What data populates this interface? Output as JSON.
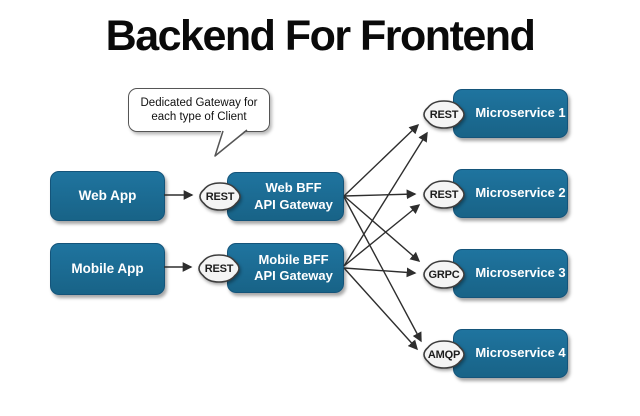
{
  "title": "Backend For Frontend",
  "callout": {
    "line1": "Dedicated Gateway for",
    "line2": "each type of Client"
  },
  "clients": [
    {
      "label": "Web App"
    },
    {
      "label": "Mobile App"
    }
  ],
  "gateways": [
    {
      "protocol": "REST",
      "line1": "Web BFF",
      "line2": "API Gateway"
    },
    {
      "protocol": "REST",
      "line1": "Mobile BFF",
      "line2": "API Gateway"
    }
  ],
  "microservices": [
    {
      "protocol": "REST",
      "label": "Microservice 1"
    },
    {
      "protocol": "REST",
      "label": "Microservice 2"
    },
    {
      "protocol": "GRPC",
      "label": "Microservice 3"
    },
    {
      "protocol": "AMQP",
      "label": "Microservice 4"
    }
  ],
  "colors": {
    "node_fill": "#1b6c95",
    "node_border": "#14547a",
    "badge_fill": "#f4f4f4",
    "badge_border": "#3d3d3d",
    "arrow": "#2e2e2e",
    "background": "#ffffff",
    "title_text": "#0a0a0a"
  }
}
